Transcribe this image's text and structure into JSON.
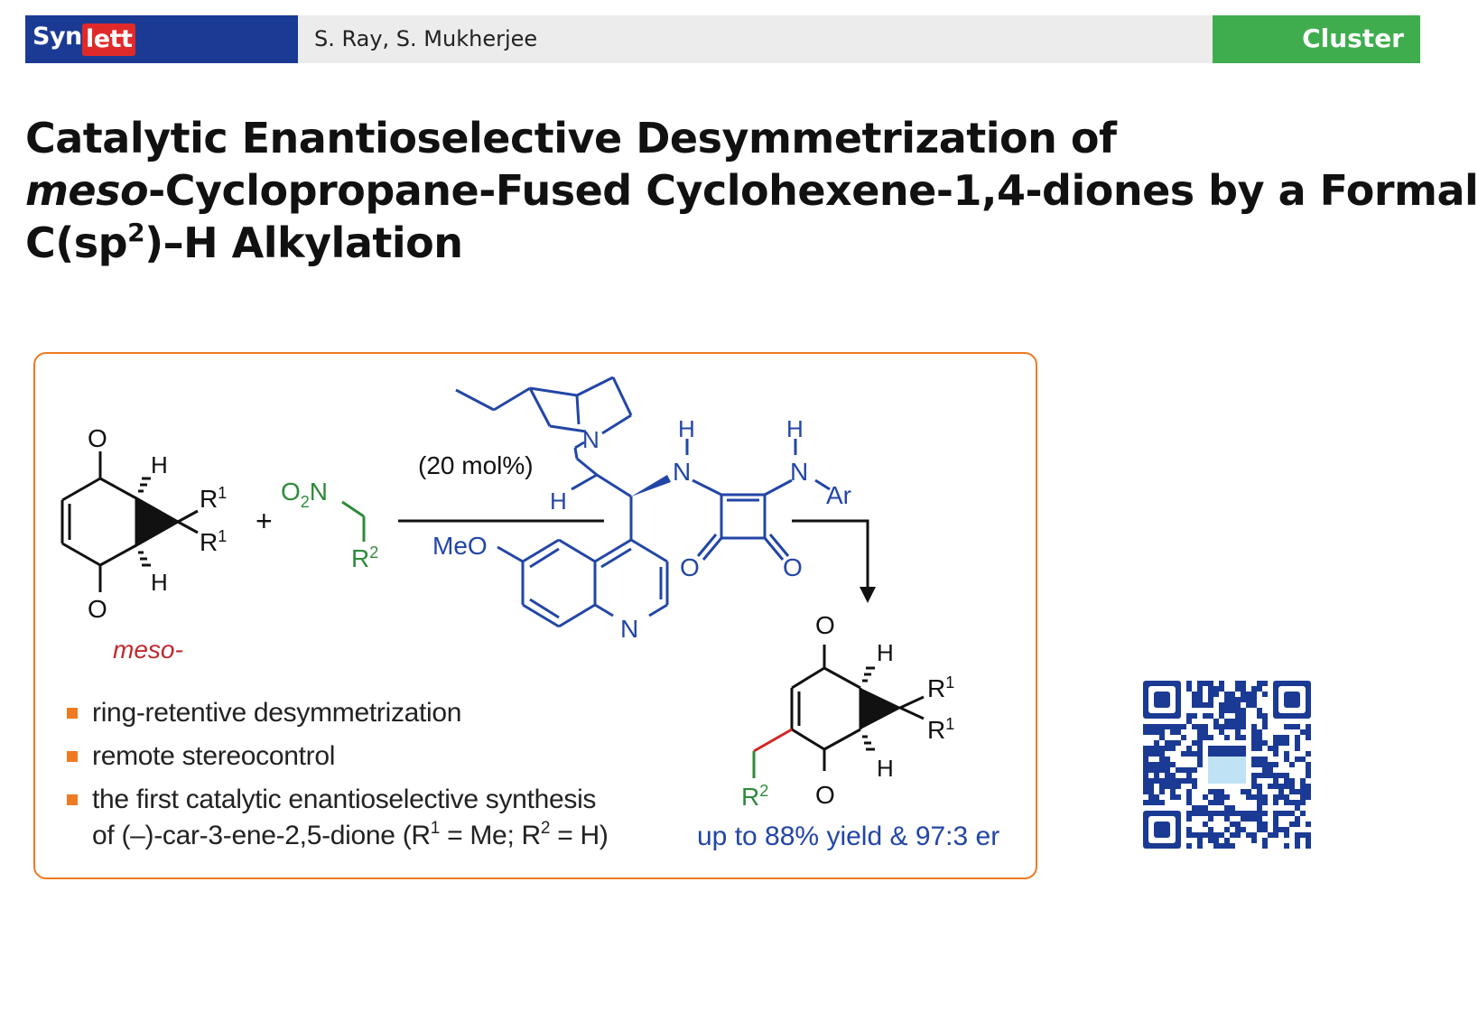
{
  "header": {
    "journal_part1": "Syn",
    "journal_part2": "lett",
    "authors": "S. Ray, S. Mukherjee",
    "section": "Cluster"
  },
  "title": {
    "line1": "Catalytic Enantioselective Desymmetrization of",
    "line2_italic": "meso",
    "line2_rest": "-Cyclopropane-Fused Cyclohexene-1,4-diones by a Formal",
    "line3_pre": "C(sp",
    "line3_sup": "2",
    "line3_post": ")–H Alkylation"
  },
  "abstract": {
    "catalyst_loading": "(20 mol%)",
    "meso_label": "meso-",
    "bullets": [
      "ring-retentive desymmetrization",
      "remote stereocontrol",
      "the first catalytic enantioselective synthesis"
    ],
    "bullet3_line2_pre": "of (–)-car-3-ene-2,5-dione (R",
    "bullet3_line2_sup1": "1",
    "bullet3_line2_mid": " = Me; R",
    "bullet3_line2_sup2": "2",
    "bullet3_line2_post": " = H)",
    "yield_text": "up to 88% yield & 97:3 er",
    "atoms": {
      "O": "O",
      "H": "H",
      "R1": "R",
      "sup1": "1",
      "R2": "R",
      "sup2": "2",
      "O2N": "O",
      "O2N_sub": "2",
      "O2N_N": "N",
      "N": "N",
      "MeO": "MeO",
      "Ar": "Ar",
      "plus": "+"
    },
    "colors": {
      "catalyst": "#2246a6",
      "green": "#2e8b3a",
      "red": "#d42525",
      "border": "#ee7a22"
    }
  }
}
